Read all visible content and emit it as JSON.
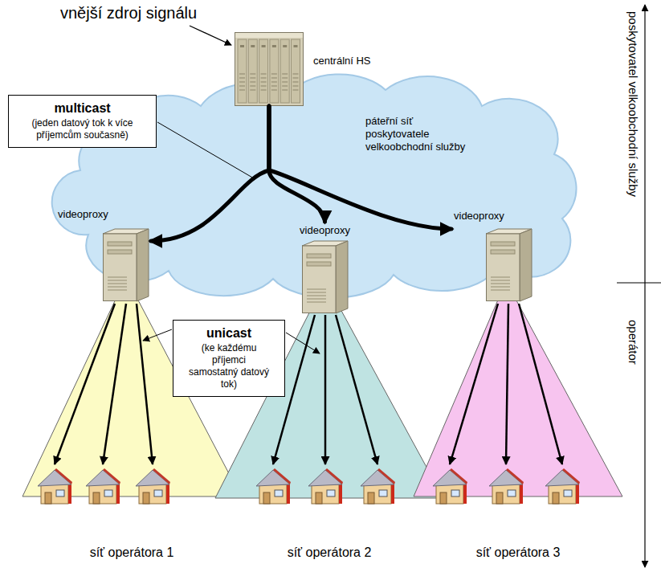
{
  "diagram": {
    "nodes": [
      {
        "text": [
          "centrální HS"
        ]
      },
      {
        "text": [
          "multicast",
          "(jeden datový tok k více příjemcům současně)"
        ]
      },
      {
        "text": [
          "páteřní síť poskytovatele velkoobchodní služby"
        ]
      },
      {
        "text": [
          "videoproxy"
        ],
        "in": 2
      },
      {
        "text": [
          "videoproxy"
        ],
        "in": 2
      },
      {
        "text": [
          "videoproxy"
        ],
        "in": 2
      },
      {
        "text": [
          "unicast",
          "(ke každému příjemci samostatný datový tok)"
        ]
      },
      {
        "text": [
          "síť operátora 1"
        ]
      },
      {
        "text": [
          "síť operátora 2"
        ]
      },
      {
        "text": [
          "síť operátora 3"
        ]
      }
    ],
    "edges": [
      {
        "from": 0,
        "to": 3,
        "arrow": "to"
      },
      {
        "from": 0,
        "to": 4,
        "arrow": "to"
      },
      {
        "from": 0,
        "to": 5,
        "arrow": "to"
      }
    ],
    "labels": [
      "vnější zdroj signálu",
      "poskytovatel velkoobchodní služby",
      "operátor"
    ]
  }
}
